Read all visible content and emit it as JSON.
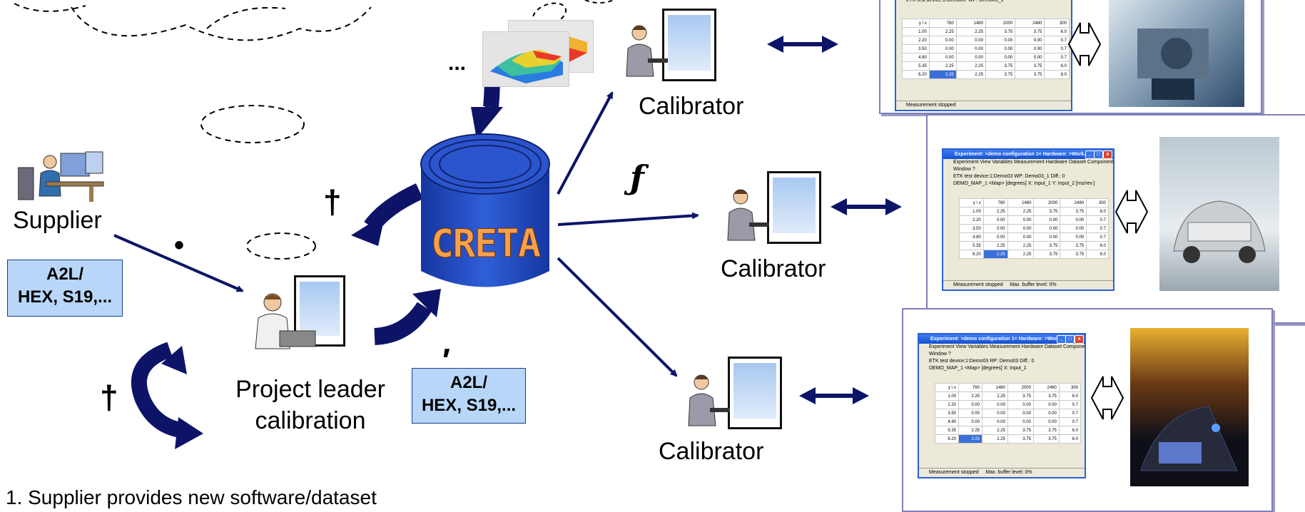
{
  "database": {
    "label": "CRETA"
  },
  "roles": {
    "supplier": "Supplier",
    "project_leader_line1": "Project leader",
    "project_leader_line2": "calibration",
    "calibrator_top": "Calibrator",
    "calibrator_mid": "Calibrator",
    "calibrator_bottom": "Calibrator"
  },
  "notes": {
    "left": {
      "line1": "A2L/",
      "line2": "HEX, S19,..."
    },
    "right": {
      "line1": "A2L/",
      "line2": "HEX, S19,..."
    }
  },
  "markers": {
    "dagger_upper": "†",
    "dagger_lower": "†",
    "bullet": "•",
    "prime": "′",
    "f": "ƒ",
    "ellipsis": "..."
  },
  "footnote": "1. Supplier provides new software/dataset",
  "software_window": {
    "title": "Experiment: >demo configuration 1< Hardware: >Work...",
    "menu": "Experiment  View  Variables  Measurement  Hardware  Dataset  Components",
    "menu2": "Window  ?",
    "device": "ETK test device:1:Demo03",
    "wp": "WP: Demo03_1",
    "rp": "RP: Demo03",
    "diff": "Diff.: 0",
    "map": "DEMO_MAP_1 <Map>",
    "unit": "[degrees]",
    "x_axis": "X: Input_1",
    "y_axis": "Y: Input_2 [ms/rev.]",
    "header": [
      "y \\ x",
      "760",
      "1480",
      "2000",
      "2480",
      "300"
    ],
    "rows": [
      [
        "1.00",
        "2.25",
        "2.25",
        "3.75",
        "3.75",
        "6.0"
      ],
      [
        "2.20",
        "0.00",
        "0.00",
        "0.00",
        "0.00",
        "0.7"
      ],
      [
        "3.50",
        "0.00",
        "0.00",
        "0.00",
        "0.00",
        "0.7"
      ],
      [
        "4.80",
        "0.00",
        "0.00",
        "0.00",
        "0.00",
        "0.7"
      ],
      [
        "5.35",
        "2.25",
        "2.25",
        "3.75",
        "3.75",
        "6.0"
      ],
      [
        "6.20",
        "2.25",
        "2.25",
        "3.75",
        "3.75",
        "6.0"
      ]
    ],
    "status": "Measurement stopped",
    "buffer": "Max. buffer level: 0%"
  },
  "colors": {
    "navy": "#0d1467",
    "db_blue": "#1b3fae",
    "db_text": "#f5a04c",
    "note_fill": "#b8d6f8",
    "panel_border": "#8080b8"
  }
}
